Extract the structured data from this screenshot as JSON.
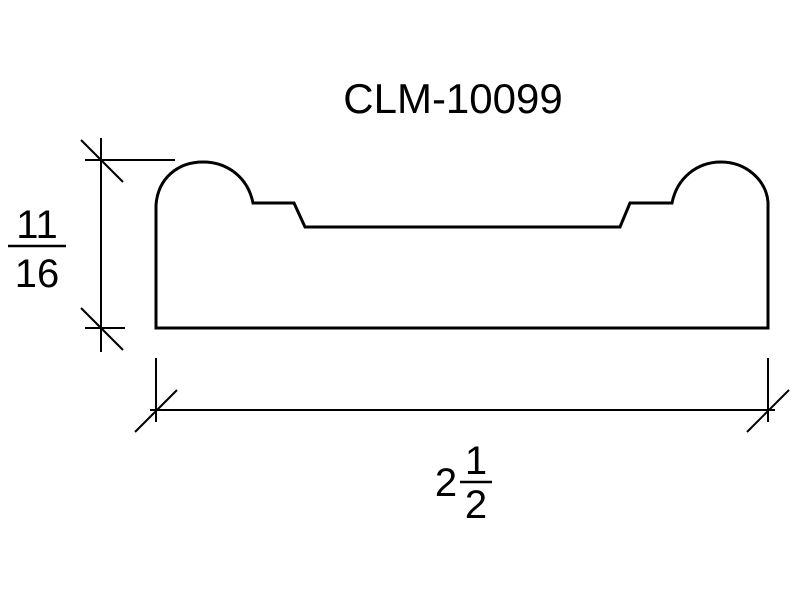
{
  "title": "CLM-10099",
  "height_dimension": {
    "numerator": "11",
    "denominator": "16"
  },
  "width_dimension": {
    "whole": "2",
    "numerator": "1",
    "denominator": "2"
  },
  "colors": {
    "line": "#000000",
    "background": "#ffffff"
  }
}
